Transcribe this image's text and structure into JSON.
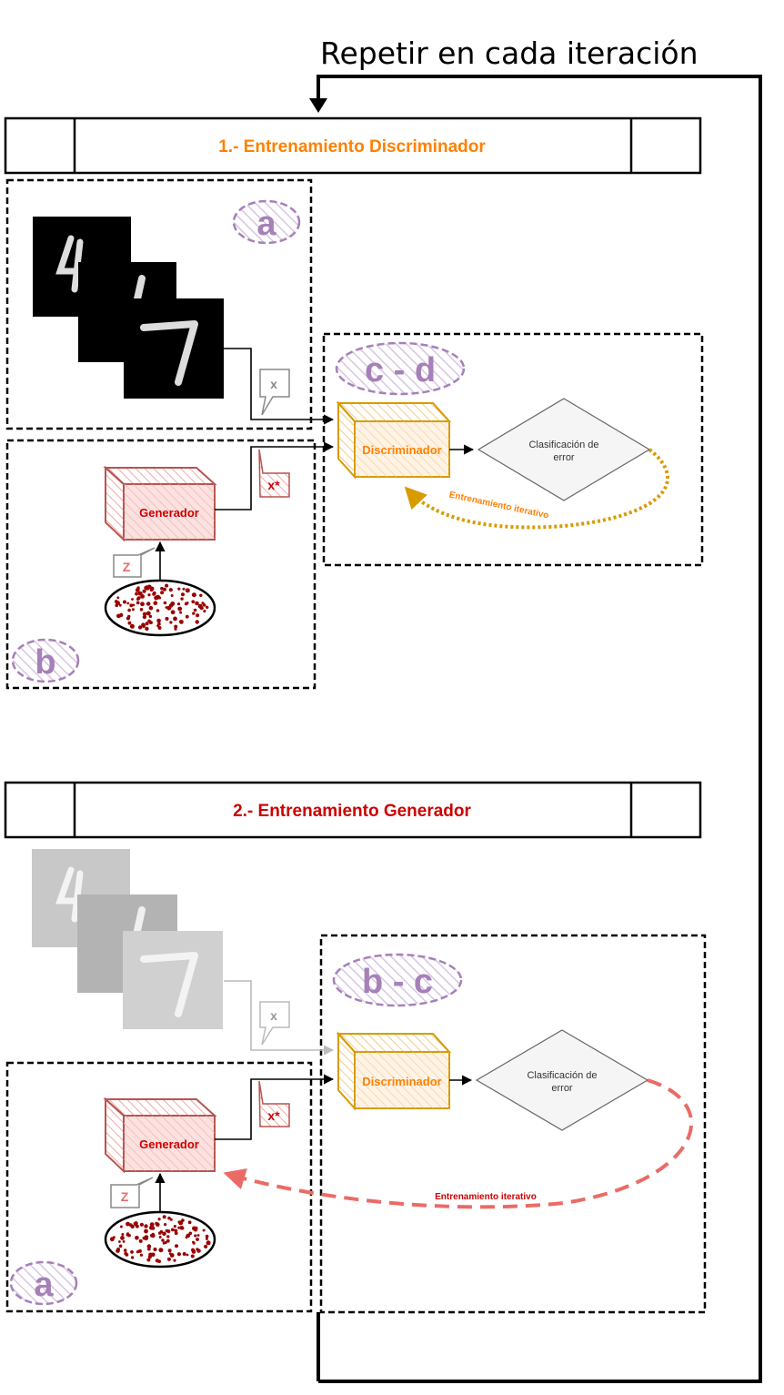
{
  "header": {
    "title": "Repetir en cada iteración"
  },
  "section1": {
    "title": "1.- Entrenamiento Discriminador",
    "title_color": "#ff8000",
    "cloud_real": "a",
    "cloud_generator": "b",
    "cloud_discriminator": "c - d",
    "tag_x": "x",
    "tag_xstar": "x*",
    "tag_z": "Z",
    "generator_label": "Generador",
    "discriminator_label": "Discriminador",
    "decision_line1": "Clasificación de",
    "decision_line2": "error",
    "loop_label": "Entrenamiento iterativo",
    "loop_color": "#d79b00"
  },
  "section2": {
    "title": "2.- Entrenamiento Generador",
    "title_color": "#cc0000",
    "cloud_discriminator": "b - c",
    "cloud_generator": "a",
    "tag_x": "x",
    "tag_xstar": "x*",
    "tag_z": "Z",
    "generator_label": "Generador",
    "discriminator_label": "Discriminador",
    "decision_line1": "Clasificación de",
    "decision_line2": "error",
    "loop_label": "Entrenamiento iterativo",
    "loop_color": "#ea6b66"
  },
  "colors": {
    "cloud": "#a680b8",
    "generator_fill": "#f8cecc",
    "generator_stroke": "#b85450",
    "generator_text": "#cc0000",
    "discriminator_fill": "#ffe6cc",
    "discriminator_stroke": "#d79b00",
    "discriminator_text": "#ff8000",
    "noise_dots": "#990000",
    "decision_fill": "#f5f5f5"
  }
}
